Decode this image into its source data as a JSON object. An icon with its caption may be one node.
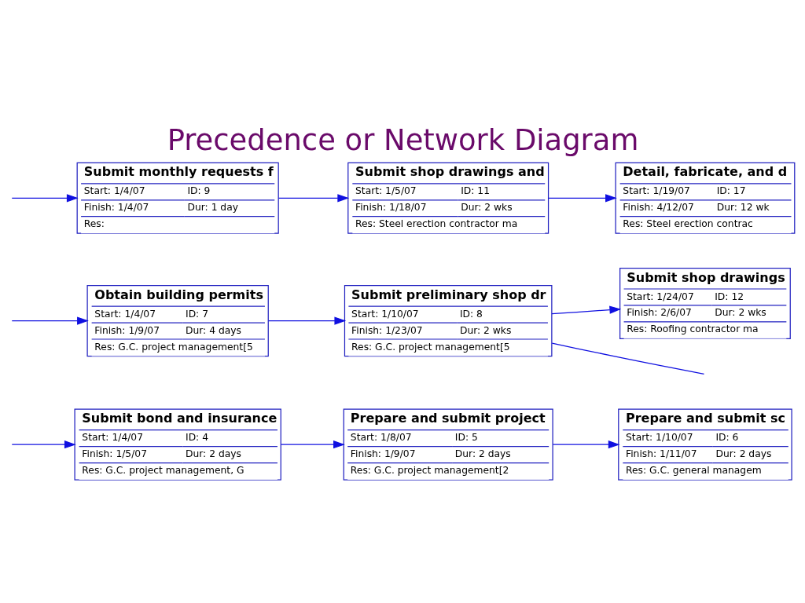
{
  "diagram": {
    "title": "Precedence or Network Diagram",
    "nodes": [
      {
        "text": [
          "Submit bond and insurance",
          "Start: 1/4/07",
          "ID: 4",
          "Finish: 1/5/07",
          "Dur: 2 days",
          "Res: G.C. project management, G"
        ]
      },
      {
        "text": [
          "Prepare and submit project",
          "Start: 1/8/07",
          "ID: 5",
          "Finish: 1/9/07",
          "Dur: 2 days",
          "Res: G.C. project management[2"
        ]
      },
      {
        "text": [
          "Prepare and submit sc",
          "Start: 1/10/07",
          "ID: 6",
          "Finish: 1/11/07",
          "Dur: 2 days",
          "Res: G.C. general managem"
        ]
      },
      {
        "text": [
          "Obtain building permits",
          "Start: 1/4/07",
          "ID: 7",
          "Finish: 1/9/07",
          "Dur: 4 days",
          "Res: G.C. project management[5"
        ]
      },
      {
        "text": [
          "Submit preliminary shop dr",
          "Start: 1/10/07",
          "ID: 8",
          "Finish: 1/23/07",
          "Dur: 2 wks",
          "Res: G.C. project management[5"
        ]
      },
      {
        "text": [
          "Submit monthly requests f",
          "Start: 1/4/07",
          "ID: 9",
          "Finish: 1/4/07",
          "Dur: 1 day",
          "Res:"
        ]
      },
      {
        "text": [
          "Submit shop drawings and",
          "Start: 1/5/07",
          "ID: 11",
          "Finish: 1/18/07",
          "Dur: 2 wks",
          "Res: Steel erection contractor ma"
        ]
      },
      {
        "text": [
          "Detail, fabricate, and d",
          "Start: 1/19/07",
          "ID: 17",
          "Finish: 4/12/07",
          "Dur: 12 wk",
          "Res: Steel erection contrac"
        ]
      },
      {
        "text": [
          "Submit shop drawings",
          "Start: 1/24/07",
          "ID: 12",
          "Finish: 2/6/07",
          "Dur: 2 wks",
          "Res: Roofing contractor ma"
        ]
      }
    ],
    "edges": [
      {
        "from": null,
        "to": 0,
        "arrow": "to"
      },
      {
        "from": null,
        "to": 3,
        "arrow": "to"
      },
      {
        "from": null,
        "to": 5,
        "arrow": "to"
      },
      {
        "from": 0,
        "to": 1,
        "arrow": "to"
      },
      {
        "from": 1,
        "to": 2,
        "arrow": "to"
      },
      {
        "from": 3,
        "to": 4,
        "arrow": "to"
      },
      {
        "from": 5,
        "to": 6,
        "arrow": "to"
      },
      {
        "from": 6,
        "to": 7,
        "arrow": "to"
      },
      {
        "from": 4,
        "to": 8,
        "arrow": "to"
      },
      {
        "from": 4,
        "to": null,
        "arrow": "none"
      }
    ]
  }
}
